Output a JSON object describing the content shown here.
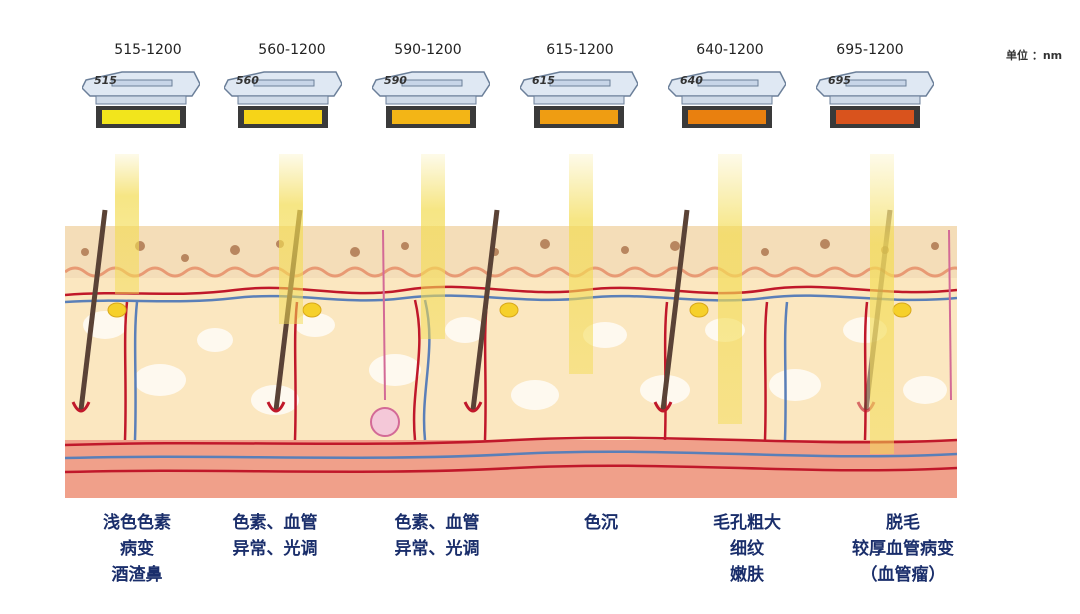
{
  "unit_label": "单位 ：nm",
  "filters": [
    {
      "range": "515-1200",
      "code": "515",
      "color": "#f2e51c",
      "indications": [
        "浅色色素",
        "病变",
        "酒渣鼻"
      ]
    },
    {
      "range": "560-1200",
      "code": "560",
      "color": "#f6d418",
      "indications": [
        "色素、血管",
        "异常、光调"
      ]
    },
    {
      "range": "590-1200",
      "code": "590",
      "color": "#f3b516",
      "indications": [
        "色素、血管",
        "异常、光调"
      ]
    },
    {
      "range": "615-1200",
      "code": "615",
      "color": "#ef9d12",
      "indications": [
        "色沉"
      ]
    },
    {
      "range": "640-1200",
      "code": "640",
      "color": "#e9800f",
      "indications": [
        "毛孔粗大",
        "细纹",
        "嫩肤"
      ]
    },
    {
      "range": "695-1200",
      "code": "695",
      "color": "#d9531d",
      "indications": [
        "脱毛",
        "较厚血管病变",
        "（血管瘤）"
      ]
    }
  ],
  "colors": {
    "beam": "#f3dc55",
    "epidermis": "#f4ddb8",
    "dermis": "#fbe7c0",
    "vessel_red": "#c0182a",
    "vessel_blue": "#5a7fb8",
    "deep_tissue": "#f0a08a"
  }
}
